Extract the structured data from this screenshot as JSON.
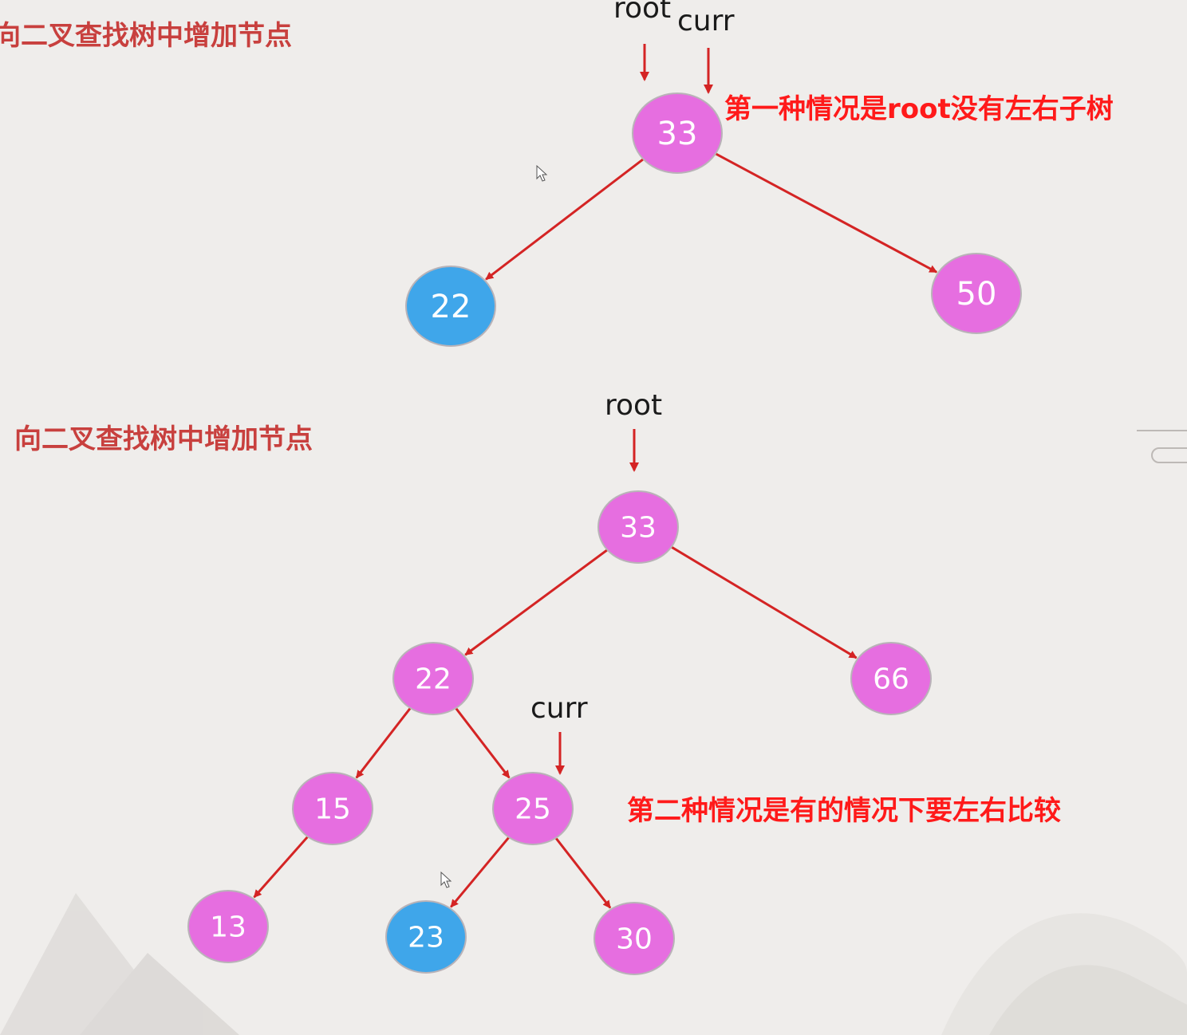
{
  "top_panel": {
    "title": "向二叉查找树中增加节点",
    "note": "第一种情况是root没有左右子树",
    "pointers": {
      "root": "root",
      "curr": "curr"
    },
    "nodes": [
      {
        "id": "t33",
        "label": "33",
        "color": "#e66ee0"
      },
      {
        "id": "t22",
        "label": "22",
        "color": "#3fa6ea"
      },
      {
        "id": "t50",
        "label": "50",
        "color": "#e66ee0"
      }
    ],
    "edges": [
      [
        "t33",
        "t22"
      ],
      [
        "t33",
        "t50"
      ]
    ]
  },
  "bottom_panel": {
    "title": "向二叉查找树中增加节点",
    "note": "第二种情况是有的情况下要左右比较",
    "pointers": {
      "root": "root",
      "curr": "curr"
    },
    "nodes": [
      {
        "id": "b33",
        "label": "33",
        "color": "#e66ee0"
      },
      {
        "id": "b22",
        "label": "22",
        "color": "#e66ee0"
      },
      {
        "id": "b66",
        "label": "66",
        "color": "#e66ee0"
      },
      {
        "id": "b15",
        "label": "15",
        "color": "#e66ee0"
      },
      {
        "id": "b25",
        "label": "25",
        "color": "#e66ee0"
      },
      {
        "id": "b13",
        "label": "13",
        "color": "#e66ee0"
      },
      {
        "id": "b23",
        "label": "23",
        "color": "#3fa6ea"
      },
      {
        "id": "b30",
        "label": "30",
        "color": "#e66ee0"
      }
    ],
    "edges": [
      [
        "b33",
        "b22"
      ],
      [
        "b33",
        "b66"
      ],
      [
        "b22",
        "b15"
      ],
      [
        "b22",
        "b25"
      ],
      [
        "b15",
        "b13"
      ],
      [
        "b25",
        "b23"
      ],
      [
        "b25",
        "b30"
      ]
    ]
  },
  "colors": {
    "edge": "#d42424",
    "title": "#c8403e",
    "note": "#ff1a1a",
    "highlight_node": "#3fa6ea",
    "node": "#e66ee0"
  }
}
